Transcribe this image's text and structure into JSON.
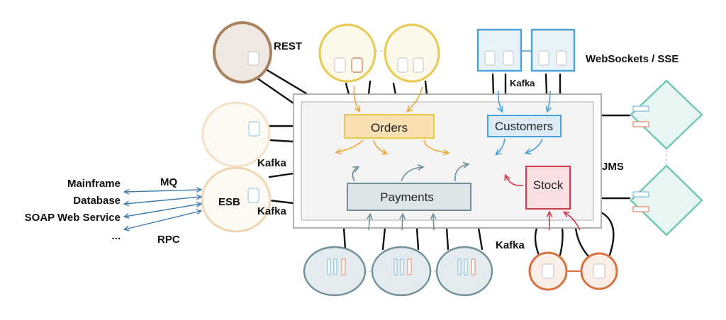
{
  "services": {
    "orders": "Orders",
    "customers": "Customers",
    "payments": "Payments",
    "stock": "Stock"
  },
  "protocols": {
    "rest": "REST",
    "websockets": "WebSockets / SSE",
    "kafka_top": "Kafka",
    "kafka_left_top": "Kafka",
    "kafka_left_bottom": "Kafka",
    "kafka_bottom": "Kafka",
    "jms": "JMS",
    "mq": "MQ",
    "rpc": "RPC",
    "esb": "ESB"
  },
  "external_systems": [
    "Mainframe",
    "Database",
    "SOAP Web Service",
    "..."
  ],
  "colors": {
    "rest": "#a8825e",
    "orders": "#e8c84e",
    "customers": "#4aa0d8",
    "stock": "#d23a4c",
    "payments": "#6f8f99",
    "bottom_orange": "#d9713f",
    "jms": "#6ec7b3",
    "esb": "#efd6b0",
    "ext_arrows": "#3a79b0",
    "hub_border": "#a8a8a8"
  }
}
